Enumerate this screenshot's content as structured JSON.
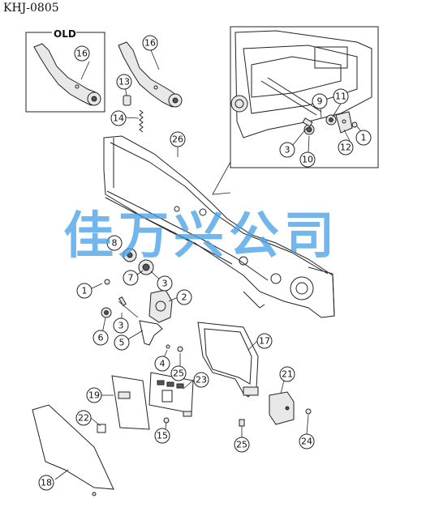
{
  "header": {
    "model": "KHJ-0805"
  },
  "old_box": {
    "label": "OLD"
  },
  "watermark": {
    "text": "佳万兴公司"
  },
  "callouts": [
    {
      "id": "c16-old",
      "label": "16"
    },
    {
      "id": "c16",
      "label": "16"
    },
    {
      "id": "c13",
      "label": "13"
    },
    {
      "id": "c14",
      "label": "14"
    },
    {
      "id": "c26",
      "label": "26"
    },
    {
      "id": "c11",
      "label": "11"
    },
    {
      "id": "c9",
      "label": "9"
    },
    {
      "id": "c1-detail",
      "label": "1"
    },
    {
      "id": "c3-detail",
      "label": "3"
    },
    {
      "id": "c10",
      "label": "10"
    },
    {
      "id": "c12",
      "label": "12"
    },
    {
      "id": "c8",
      "label": "8"
    },
    {
      "id": "c1",
      "label": "1"
    },
    {
      "id": "c7",
      "label": "7"
    },
    {
      "id": "c3",
      "label": "3"
    },
    {
      "id": "c2",
      "label": "2"
    },
    {
      "id": "c3b",
      "label": "3"
    },
    {
      "id": "c6",
      "label": "6"
    },
    {
      "id": "c5",
      "label": "5"
    },
    {
      "id": "c4",
      "label": "4"
    },
    {
      "id": "c17",
      "label": "17"
    },
    {
      "id": "c25a",
      "label": "25"
    },
    {
      "id": "c23",
      "label": "23"
    },
    {
      "id": "c21",
      "label": "21"
    },
    {
      "id": "c19",
      "label": "19"
    },
    {
      "id": "c22",
      "label": "22"
    },
    {
      "id": "c15",
      "label": "15"
    },
    {
      "id": "c25b",
      "label": "25"
    },
    {
      "id": "c24",
      "label": "24"
    },
    {
      "id": "c18",
      "label": "18"
    }
  ]
}
